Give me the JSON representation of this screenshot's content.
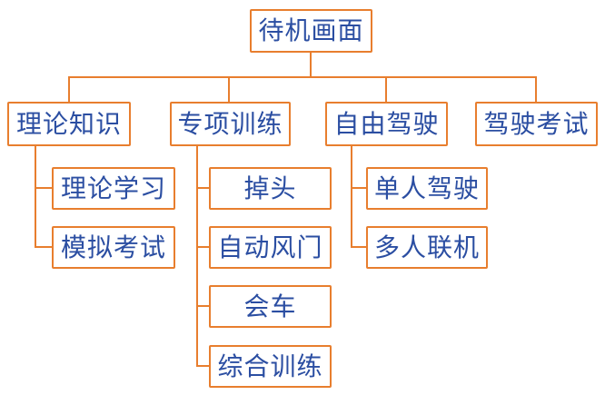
{
  "diagram": {
    "type": "hierarchy-tree",
    "root": "待机画面",
    "branches": [
      {
        "label": "理论知识",
        "children": [
          "理论学习",
          "模拟考试"
        ]
      },
      {
        "label": "专项训练",
        "children": [
          "掉头",
          "自动风门",
          "会车",
          "综合训练"
        ]
      },
      {
        "label": "自由驾驶",
        "children": [
          "单人驾驶",
          "多人联机"
        ]
      },
      {
        "label": "驾驶考试",
        "children": []
      }
    ]
  },
  "colors": {
    "box_border": "#e87e2e",
    "connector": "#e87e2e",
    "text": "#2b4ea2",
    "background": "#ffffff"
  }
}
